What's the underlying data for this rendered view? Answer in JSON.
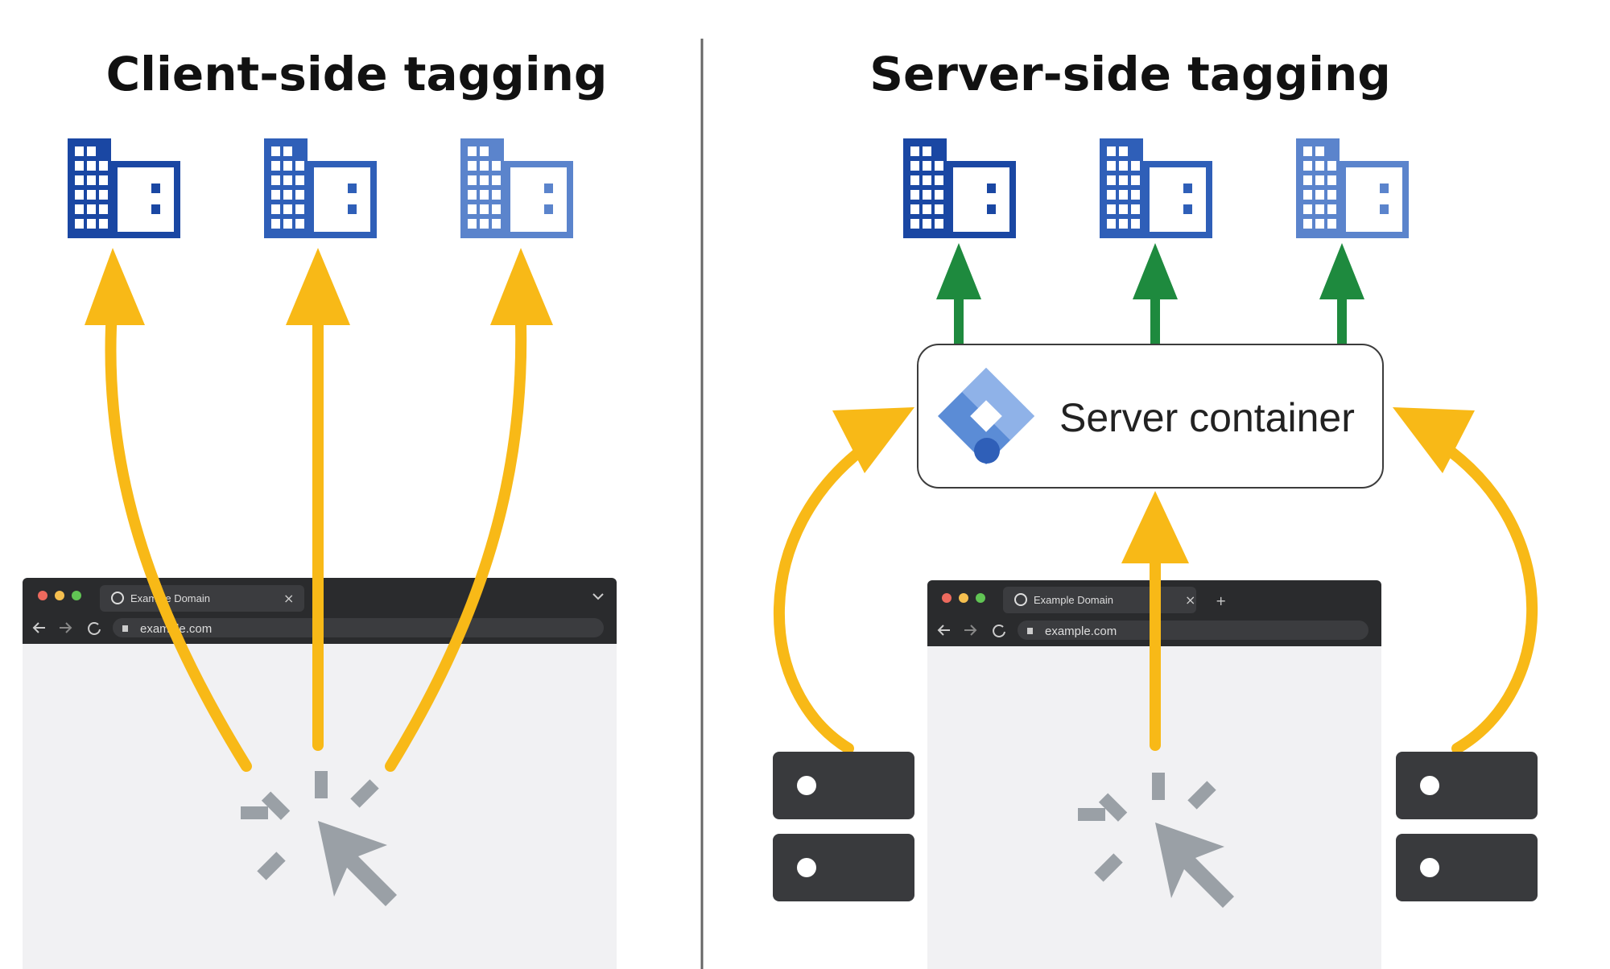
{
  "left_panel": {
    "title": "Client-side tagging",
    "browser": {
      "tab_title": "Example Domain",
      "tab_close": "×",
      "url": "example.com"
    }
  },
  "right_panel": {
    "title": "Server-side tagging",
    "server_container": {
      "label": "Server container",
      "icon": "tag-manager-icon"
    },
    "browser": {
      "tab_title": "Example Domain",
      "tab_close": "×",
      "new_tab": "+",
      "url": "example.com"
    }
  },
  "icons": {
    "vendor": "building-icon",
    "click": "mouse-click-icon",
    "server": "server-rack-icon"
  },
  "colors": {
    "vendor_blue": [
      "#1a47a3",
      "#2f5fb8",
      "#5b84cc"
    ],
    "client_arrow": "#f8b917",
    "server_arrow": "#1e8a3e",
    "browser_chrome": "#2a2b2d",
    "browser_body": "#f1f1f3",
    "server_rack": "#393a3d",
    "cursor_gray": "#9aa0a6",
    "divider": "#666666"
  }
}
